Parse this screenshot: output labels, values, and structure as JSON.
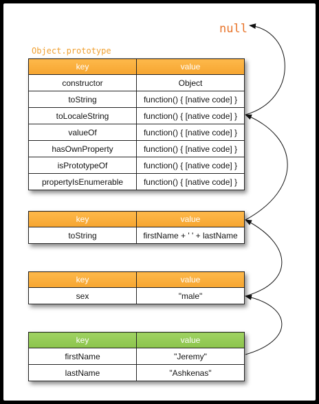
{
  "null_label": "null",
  "object_prototype_label": "Object.prototype",
  "colors": {
    "orange_header": "#f6a530",
    "green_header": "#8cc44c",
    "null_text": "#e8742a"
  },
  "tables": [
    {
      "id": "object-prototype",
      "header": {
        "key": "key",
        "value": "value"
      },
      "rows": [
        {
          "key": "constructor",
          "value": "Object"
        },
        {
          "key": "toString",
          "value": "function() { [native code] }"
        },
        {
          "key": "toLocaleString",
          "value": "function() { [native code] }"
        },
        {
          "key": "valueOf",
          "value": "function() { [native code] }"
        },
        {
          "key": "hasOwnProperty",
          "value": "function() { [native code] }"
        },
        {
          "key": "isPrototypeOf",
          "value": "function() { [native code] }"
        },
        {
          "key": "propertyIsEnumerable",
          "value": "function() { [native code] }"
        }
      ]
    },
    {
      "id": "tostring-proto",
      "header": {
        "key": "key",
        "value": "value"
      },
      "rows": [
        {
          "key": "toString",
          "value": "firstName + ' ' + lastName"
        }
      ]
    },
    {
      "id": "sex-proto",
      "header": {
        "key": "key",
        "value": "value"
      },
      "rows": [
        {
          "key": "sex",
          "value": "\"male\""
        }
      ]
    },
    {
      "id": "instance",
      "header": {
        "key": "key",
        "value": "value"
      },
      "rows": [
        {
          "key": "firstName",
          "value": "\"Jeremy\""
        },
        {
          "key": "lastName",
          "value": "\"Ashkenas\""
        }
      ]
    }
  ]
}
